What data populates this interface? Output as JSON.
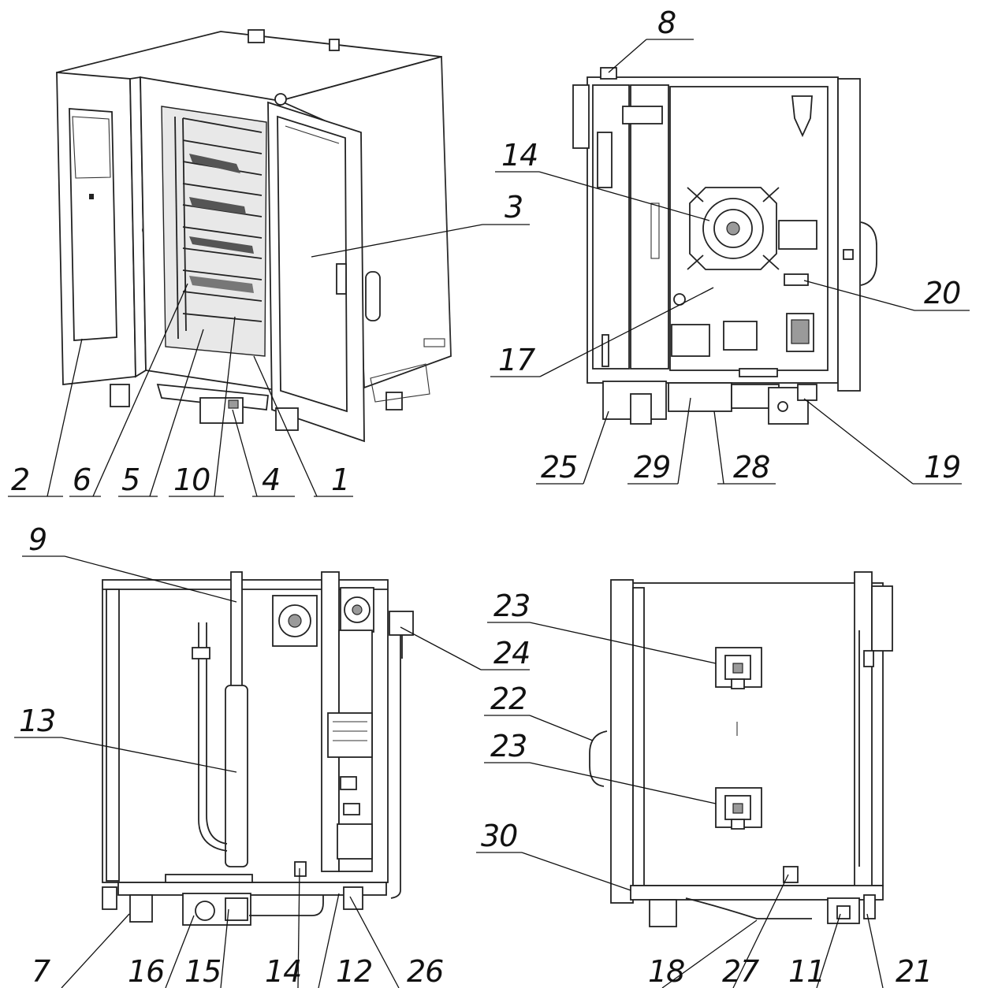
{
  "callouts": {
    "c1": "1",
    "c2": "2",
    "c3": "3",
    "c4": "4",
    "c5": "5",
    "c6": "6",
    "c7": "7",
    "c8": "8",
    "c9": "9",
    "c10": "10",
    "c11": "11",
    "c12": "12",
    "c13": "13",
    "c14a": "14",
    "c14b": "14",
    "c15": "15",
    "c16": "16",
    "c17": "17",
    "c18": "18",
    "c19": "19",
    "c20": "20",
    "c21": "21",
    "c22": "22",
    "c23a": "23",
    "c23b": "23",
    "c24": "24",
    "c25": "25",
    "c26": "26",
    "c27": "27",
    "c28": "28",
    "c29": "29",
    "c30": "30"
  },
  "views": {
    "front_iso": "front-isometric-view",
    "left_side": "left-side-panel-view",
    "rear": "rear-view",
    "right_side": "right-side-view"
  },
  "colors": {
    "line": "#222222",
    "background": "#ffffff"
  }
}
